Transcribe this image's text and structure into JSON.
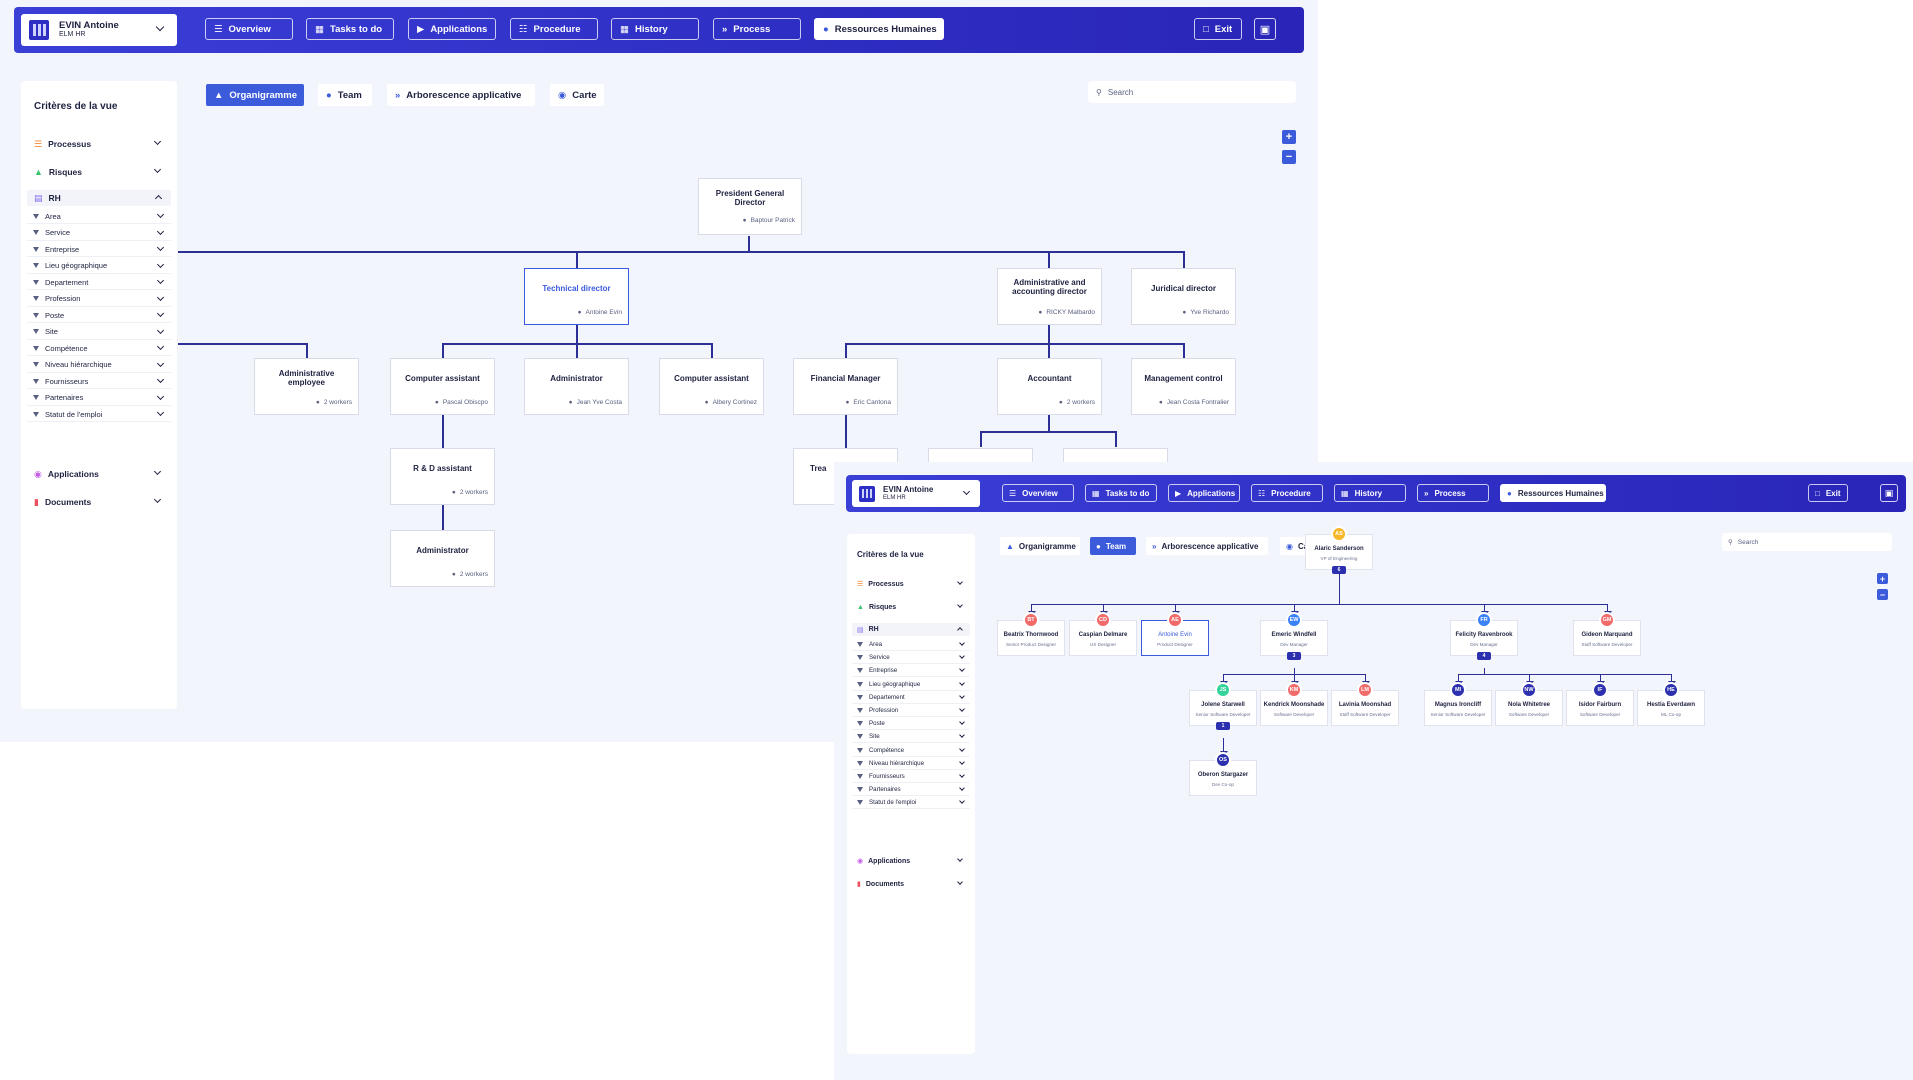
{
  "user": {
    "name": "EVIN Antoine",
    "org": "ELM HR"
  },
  "nav": {
    "overview": "Overview",
    "tasks": "Tasks to do",
    "applications": "Applications",
    "procedure": "Procedure",
    "history": "History",
    "process": "Process",
    "hr": "Ressources Humaines",
    "exit": "Exit"
  },
  "sidebar": {
    "title": "Critères de la vue",
    "processus": "Processus",
    "risques": "Risques",
    "rh": "RH",
    "filters": [
      "Area",
      "Service",
      "Entreprise",
      "Lieu géographique",
      "Departement",
      "Profession",
      "Poste",
      "Site",
      "Compétence",
      "Niveau hiérarchique",
      "Fournisseurs",
      "Partenaires",
      "Statut de l'emploi"
    ],
    "applications": "Applications",
    "documents": "Documents"
  },
  "tabs": {
    "organigramme": "Organigramme",
    "team": "Team",
    "arbo": "Arborescence applicative",
    "carte": "Carte"
  },
  "search": {
    "placeholder": "Search"
  },
  "zoom": {
    "plus": "+",
    "minus": "−"
  },
  "colors": {
    "brand": "#2e2ec4",
    "accent": "#3b5bdb",
    "line": "#2c2f96"
  },
  "org": {
    "president": {
      "title": "President General Director",
      "person": "Baptour Patrick"
    },
    "technical": {
      "title": "Technical director",
      "person": "Antoine Evin"
    },
    "admin_dir": {
      "title": "Administrative and accounting director",
      "person": "RICKY Malbardo"
    },
    "juridical": {
      "title": "Juridical director",
      "person": "Yve Richardo"
    },
    "admin_emp": {
      "title": "Administrative employee",
      "person": "2 workers"
    },
    "comp1": {
      "title": "Computer assistant",
      "person": "Pascal Obiscpo"
    },
    "administrator1": {
      "title": "Administrator",
      "person": "Jean Yve Costa"
    },
    "comp2": {
      "title": "Computer assistant",
      "person": "Albery Cortinez"
    },
    "financial": {
      "title": "Financial Manager",
      "person": "Eric Cantona"
    },
    "accountant": {
      "title": "Accountant",
      "person": "2 workers"
    },
    "management": {
      "title": "Management control",
      "person": "Jean Costa Fontralier"
    },
    "rd": {
      "title": "R & D assistant",
      "person": "2 workers"
    },
    "administrator2": {
      "title": "Administrator",
      "person": "2 workers"
    },
    "trea": {
      "title": "Trea"
    }
  },
  "team": {
    "root": {
      "initials": "AS",
      "name": "Alaric Sanderson",
      "role": "VP of Engineering",
      "count": "6"
    },
    "bt": {
      "initials": "BT",
      "name": "Beatrix Thornwood",
      "role": "Senior Product Designer"
    },
    "cd": {
      "initials": "CD",
      "name": "Caspian Delmare",
      "role": "UX Designer"
    },
    "ae": {
      "initials": "AE",
      "name": "Antoine Evin",
      "role": "Product Designer"
    },
    "ew": {
      "initials": "EW",
      "name": "Emeric Windfell",
      "role": "Dev Manager",
      "count": "3"
    },
    "fr": {
      "initials": "FR",
      "name": "Felicity Ravenbrook",
      "role": "Dev Manager",
      "count": "4"
    },
    "gm": {
      "initials": "GM",
      "name": "Gideon Marquand",
      "role": "Staff Software Developer"
    },
    "js": {
      "initials": "JS",
      "name": "Jolene Starwell",
      "role": "Senior Software Developer",
      "count": "1"
    },
    "km": {
      "initials": "KM",
      "name": "Kendrick Moonshade",
      "role": "Software Developer"
    },
    "lm": {
      "initials": "LM",
      "name": "Lavinia Moonshad",
      "role": "Staff Software Developer"
    },
    "mi": {
      "initials": "MI",
      "name": "Magnus Ironcliff",
      "role": "Senior Software Developer"
    },
    "nw": {
      "initials": "NW",
      "name": "Nola Whitetree",
      "role": "Software Developer"
    },
    "if": {
      "initials": "IF",
      "name": "Isidor Fairburn",
      "role": "Software Developer"
    },
    "he": {
      "initials": "HE",
      "name": "Hestia Everdawn",
      "role": "ML Co-op"
    },
    "os": {
      "initials": "OS",
      "name": "Oberon Stargazer",
      "role": "Dev Co-op"
    }
  }
}
